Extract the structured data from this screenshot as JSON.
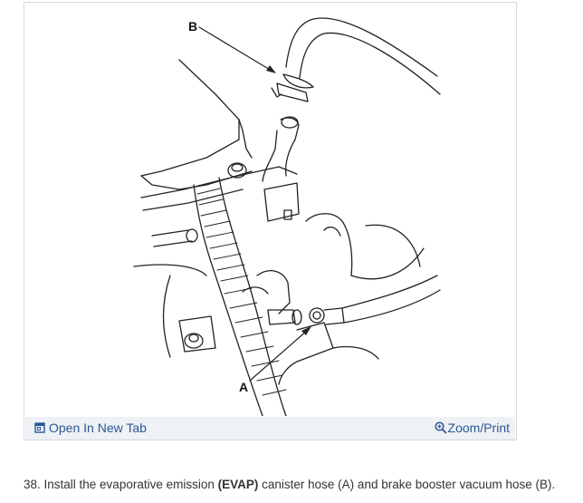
{
  "figure": {
    "callout_a": "A",
    "callout_b": "B"
  },
  "toolbar": {
    "open_tab_label": "Open In New Tab",
    "open_tab_icon": "open-new-tab-icon",
    "zoom_label": "Zoom/Print",
    "zoom_icon": "zoom-in-icon",
    "link_color": "#2b5797"
  },
  "caption": {
    "step": "38. Install the evaporative emission ",
    "bold": "(EVAP)",
    "rest": " canister hose (A) and brake booster vacuum hose (B)."
  }
}
